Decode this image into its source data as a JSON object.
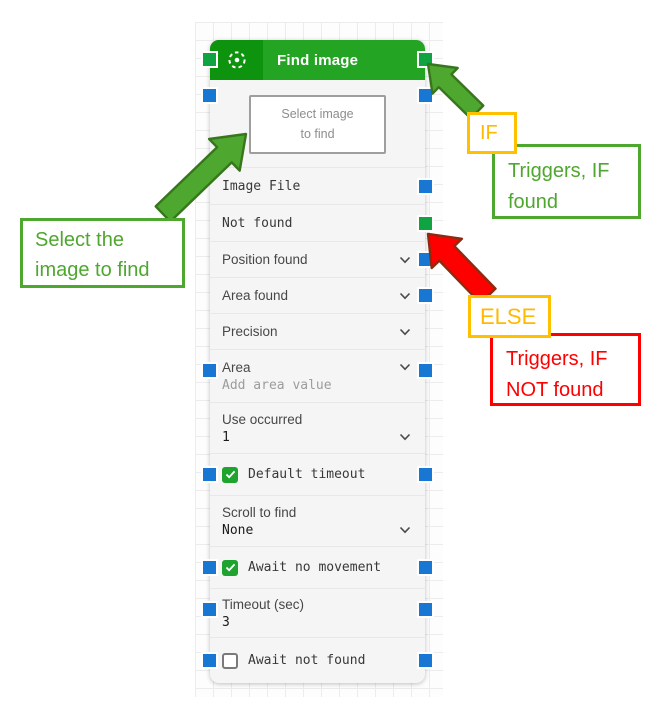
{
  "node": {
    "title": "Find image",
    "header_icon": "find-image-scan-icon",
    "select_button": {
      "line1": "Select image",
      "line2": "to find"
    },
    "rows": [
      {
        "kind": "value",
        "label": "Image File",
        "right_port": "blue"
      },
      {
        "kind": "value",
        "label": "Not found",
        "right_port": "green"
      },
      {
        "kind": "select",
        "label": "Position found",
        "right_port": "blue"
      },
      {
        "kind": "select",
        "label": "Area found",
        "right_port": "blue"
      },
      {
        "kind": "select",
        "label": "Precision"
      },
      {
        "kind": "select-sub",
        "label": "Area",
        "value": "Add area value",
        "placeholder": true,
        "left_port": "blue",
        "right_port": "blue"
      },
      {
        "kind": "sub-select",
        "label": "Use occurred",
        "value": "1"
      },
      {
        "kind": "check",
        "label": "Default timeout",
        "checked": true,
        "left_port": "blue",
        "right_port": "blue"
      },
      {
        "kind": "sub-select",
        "label": "Scroll to find",
        "value": "None"
      },
      {
        "kind": "check",
        "label": "Await no movement",
        "checked": true,
        "left_port": "blue",
        "right_port": "blue"
      },
      {
        "kind": "input",
        "label": "Timeout (sec)",
        "value": "3",
        "left_port": "blue",
        "right_port": "blue"
      },
      {
        "kind": "check",
        "label": "Await not found",
        "checked": false,
        "left_port": "blue",
        "right_port": "blue"
      }
    ],
    "header_ports": {
      "left": "green",
      "right": "green"
    },
    "select_section_ports": {
      "left": "blue",
      "right": "blue"
    }
  },
  "annotations": {
    "select_hint": {
      "line1": "Select the",
      "line2": "image to find"
    },
    "if_badge": "IF",
    "if_hint": {
      "line1": "Triggers, IF",
      "line2": "found"
    },
    "else_badge": "ELSE",
    "else_hint": {
      "line1": "Triggers, IF",
      "line2": "NOT found"
    }
  },
  "colors": {
    "header_green_dark": "#0d930d",
    "header_green": "#23a423",
    "port_blue": "#1877d2",
    "port_green": "#10a341",
    "checkbox_green": "#1fa32f",
    "annotation_green": "#4ea72e",
    "annotation_red": "#ff0000",
    "annotation_yellow": "#ffc000",
    "node_body": "#f5f5f5"
  }
}
